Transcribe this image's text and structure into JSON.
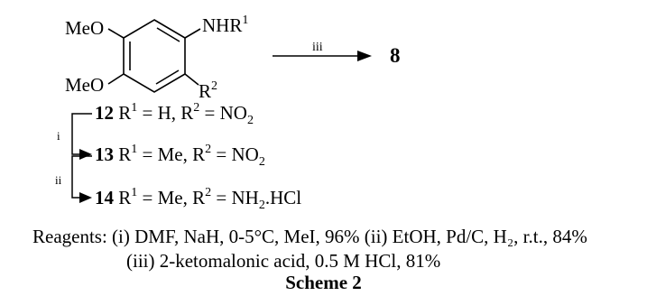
{
  "structure": {
    "sub_meo_top": "MeO",
    "sub_meo_bottom": "MeO",
    "sub_nh": "NHR",
    "sub_nh_sup": "1",
    "sub_r": "R",
    "sub_r_sup": "2"
  },
  "reaction_arrow": {
    "label": "iii",
    "product": "8"
  },
  "compounds": [
    {
      "id": "12",
      "r1": "H",
      "r2": "NO",
      "r2_sub": "2",
      "step_label": ""
    },
    {
      "id": "13",
      "r1": "Me",
      "r2": "NO",
      "r2_sub": "2",
      "step_label": "i"
    },
    {
      "id": "14",
      "r1": "Me",
      "r2": "NH",
      "r2_sub": "2",
      "r2_tail": ".HCl",
      "step_label": "ii"
    }
  ],
  "reagents": {
    "line1": "Reagents: (i) DMF, NaH, 0-5°C, MeI, 96% (ii) EtOH, Pd/C, H₂, r.t., 84%",
    "line2": "(iii) 2-ketomalonic acid, 0.5 M HCl, 81%"
  },
  "caption": "Scheme 2"
}
